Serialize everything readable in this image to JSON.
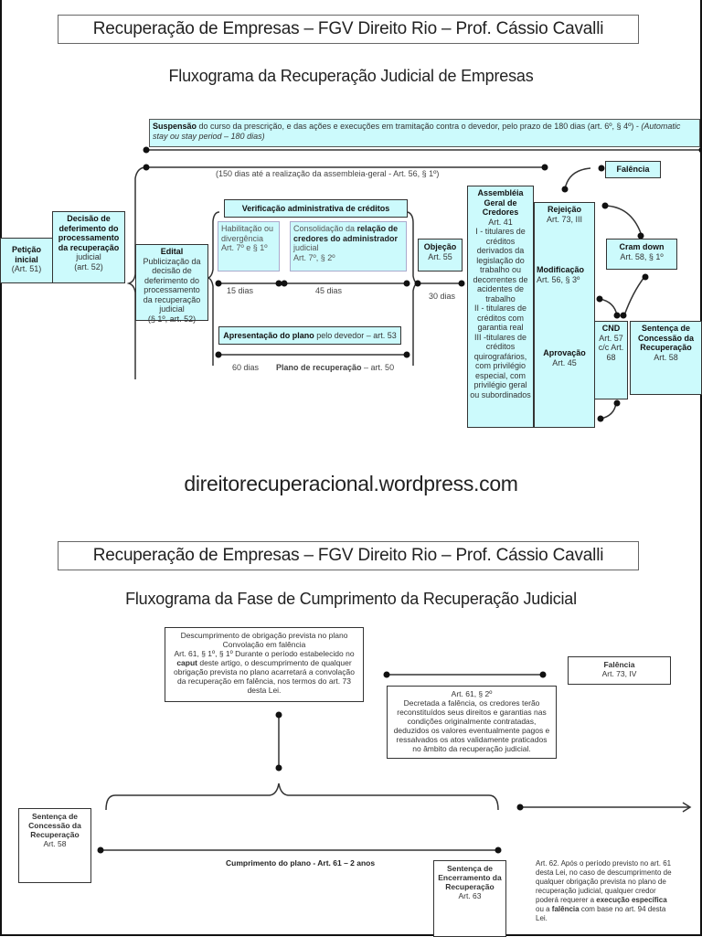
{
  "slide1": {
    "header": "Recuperação de Empresas – FGV Direito Rio – Prof. Cássio Cavalli",
    "title": "Fluxograma da Recuperação Judicial de Empresas",
    "suspensao": {
      "bold": "Suspensão",
      "text": " do curso da prescrição, e das ações e execuções em tramitação contra o devedor, pelo prazo de 180 dias (art. 6º, § 4º) - ",
      "italic": "(Automatic stay ou stay period – 180 dias)"
    },
    "label_150": "(150 dias até a realização da assembleia-geral - Art. 56, § 1º)",
    "peticao": {
      "title": "Petição inicial",
      "ref": "(Art. 51)"
    },
    "decisao": {
      "title": "Decisão de deferimento do processamento da recuperação",
      "sub": "judicial",
      "ref": "(art. 52)"
    },
    "edital": {
      "title": "Edital",
      "text": "Publicização da decisão de deferimento do processamento da recuperação judicial",
      "ref": "(§ 1º, art. 52)"
    },
    "verificacao": "Verificação administrativa de créditos",
    "habilitacao": {
      "text": "Habilitação ou divergência",
      "ref": "Art. 7º e § 1º"
    },
    "consolidacao": {
      "pre": "Consolidação da ",
      "bold": "relação de credores do administrador",
      "post": " judicial",
      "ref": "Art. 7º, § 2º"
    },
    "dias_15": "15 dias",
    "dias_45": "45 dias",
    "dias_30": "30 dias",
    "dias_60": "60 dias",
    "apresentacao": {
      "bold": "Apresentação do plano",
      "text": " pelo devedor – art. 53"
    },
    "plano": {
      "bold": "Plano de recuperação",
      "text": " – art. 50"
    },
    "objecao": {
      "title": "Objeção",
      "ref": "Art. 55"
    },
    "assembleia": {
      "title": "Assembléia Geral de Credores",
      "ref": "Art. 41",
      "items": [
        "I - titulares de créditos derivados da legislação do trabalho ou decorrentes de acidentes de trabalho",
        "II - titulares de créditos com garantia real",
        "III -titulares de créditos quirografários, com privilégio especial, com privilégio geral ou subordinados"
      ]
    },
    "rejeicao": {
      "title": "Rejeição",
      "ref": "Art. 73, III"
    },
    "modificacao": {
      "title": "Modificação",
      "ref": "Art. 56, § 3º"
    },
    "aprovacao": {
      "title": "Aprovação",
      "ref": "Art. 45"
    },
    "falencia": "Falência",
    "cramdown": {
      "title": "Cram down",
      "ref": "Art. 58, § 1º"
    },
    "cnd": {
      "title": "CND",
      "ref": "Art. 57 c/c Art. 68"
    },
    "sentenca": {
      "title": "Sentença de Concessão da Recuperação",
      "ref": "Art. 58"
    }
  },
  "url": "direitorecuperacional.wordpress.com",
  "slide2": {
    "header": "Recuperação de Empresas – FGV Direito Rio – Prof. Cássio Cavalli",
    "title": "Fluxograma da Fase de Cumprimento da Recuperação Judicial",
    "descumprimento": {
      "line1": "Descumprimento de obrigação prevista no plano",
      "line2": "Convolação em falência",
      "pre": "Art. 61, § 1º, § 1º Durante o período estabelecido no ",
      "bold": "caput",
      "post": " deste artigo, o descumprimento de qualquer obrigação prevista no plano acarretará a convolação da recuperação em falência, nos termos do art. 73 desta Lei."
    },
    "art61_2": {
      "ref": "Art. 61, § 2º",
      "text": "Decretada a falência, os credores terão reconstituídos seus direitos e garantias nas condições originalmente contratadas, deduzidos os valores eventualmente pagos e ressalvados os atos validamente praticados no âmbito da recuperação judicial."
    },
    "falencia": {
      "title": "Falência",
      "ref": "Art. 73, IV"
    },
    "sentenca_concessao": {
      "title": "Sentença de Concessão da Recuperação",
      "ref": "Art. 58"
    },
    "cumprimento": "Cumprimento do plano - Art. 61 – 2 anos",
    "sentenca_encerramento": {
      "title": "Sentença de Encerramento da Recuperação",
      "ref": "Art. 63"
    },
    "art62": {
      "pre": "Art. 62. Após o período previsto no art. 61 desta Lei, no caso de descumprimento de qualquer obrigação prevista no plano de recuperação judicial, qualquer credor poderá requerer a ",
      "bold1": "execução específica",
      "mid": " ou a ",
      "bold2": "falência",
      "post": " com base no art. 94 desta Lei."
    }
  }
}
